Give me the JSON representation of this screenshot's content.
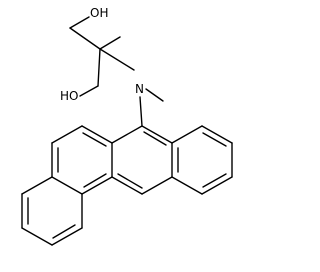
{
  "diagram": {
    "type": "chemical-structure",
    "atom_labels": {
      "hydroxyl_top": "OH",
      "hydroxyl_left": "HO",
      "amine_nitrogen": "N"
    },
    "colors": {
      "bond": "#000000",
      "label": "#000000",
      "background": "#ffffff"
    }
  }
}
